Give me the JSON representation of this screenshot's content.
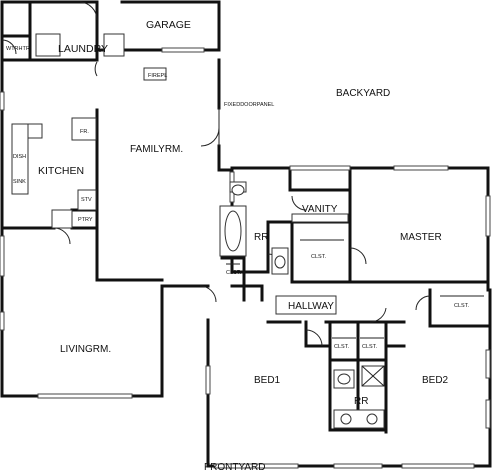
{
  "rooms": {
    "garage": "GARAGE",
    "laundry": "LAUNDRY",
    "wtrhtr": "WTRHTR.",
    "firepl": "FIREPL",
    "fixed_door_panel": "FIXEDDOORPANEL",
    "backyard": "BACKYARD",
    "family_room": "FAMILYRM.",
    "kitchen": "KITCHEN",
    "fridge": "FR.",
    "dish": "DISH",
    "sink": "SINK",
    "stove": "STV",
    "pantry": "PTRY",
    "vanity": "VANITY",
    "rr_master": "RR",
    "master_closet_a": "CLST.",
    "master": "MASTER",
    "hall_closet": "CLST.",
    "hallway": "HALLWAY",
    "bed2_closet_corner": "CLST.",
    "living_room": "LIVINGRM.",
    "bed1_closet": "CLST.",
    "bed2_closet": "CLST.",
    "bed1": "BED1",
    "bed2": "BED2",
    "rr_hall": "RR",
    "frontyard": "FRONTYARD"
  }
}
